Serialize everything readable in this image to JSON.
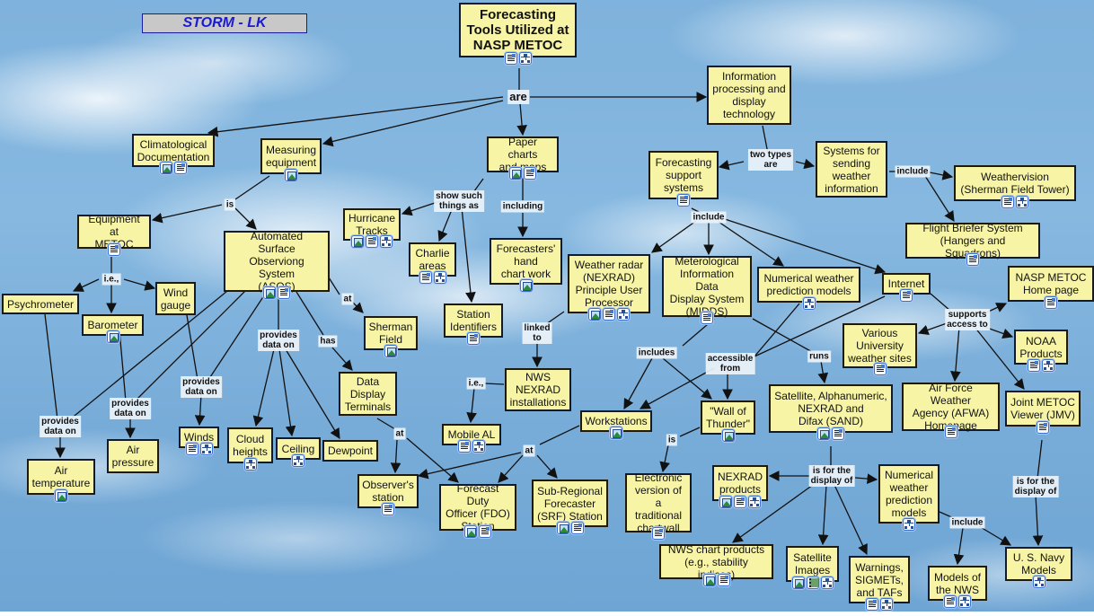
{
  "title_badge": "STORM - LK",
  "colors": {
    "node_fill": "#f7f5a5",
    "node_border": "#1a1a1a",
    "badge_text": "#1a1ad0",
    "badge_fill": "#c8c8c8",
    "sky": "#7fb2dc"
  },
  "nodes": [
    {
      "id": "root",
      "label": "Forecasting\nTools Utilized at\nNASP METOC",
      "icons": [
        "doc-icon",
        "concept-map-icon"
      ]
    },
    {
      "id": "climatological",
      "label": "Climatological\nDocumentation",
      "icons": [
        "image-icon",
        "doc-icon"
      ]
    },
    {
      "id": "measuring",
      "label": "Measuring\nequipment",
      "icons": [
        "image-icon"
      ]
    },
    {
      "id": "paper",
      "label": "Paper charts\nand maps",
      "icons": [
        "image-icon",
        "doc-icon"
      ]
    },
    {
      "id": "infoproc",
      "label": "Information\nprocessing and\ndisplay\ntechnology",
      "icons": []
    },
    {
      "id": "fss",
      "label": "Forecasting\nsupport\nsystems",
      "icons": [
        "doc-icon"
      ]
    },
    {
      "id": "sending",
      "label": "Systems for\nsending\nweather\ninformation",
      "icons": []
    },
    {
      "id": "weathervision",
      "label": "Weathervision\n(Sherman Field Tower)",
      "icons": [
        "doc-icon",
        "concept-map-icon"
      ]
    },
    {
      "id": "flightbriefer",
      "label": "Flight Briefer System\n(Hangers and Squadrons)",
      "icons": [
        "doc-icon"
      ]
    },
    {
      "id": "equipment",
      "label": "Equipment at\nMETOC",
      "icons": [
        "doc-icon"
      ]
    },
    {
      "id": "asos",
      "label": "Automated\nSurface Observiong\nSystem\n(ASOS)",
      "icons": [
        "image-icon",
        "doc-icon"
      ]
    },
    {
      "id": "hurricane",
      "label": "Hurricane\nTracks",
      "icons": [
        "image-icon",
        "doc-icon",
        "concept-map-icon"
      ]
    },
    {
      "id": "charlie",
      "label": "Charlie\nareas",
      "icons": [
        "doc-icon",
        "concept-map-icon"
      ]
    },
    {
      "id": "handchart",
      "label": "Forecasters'\nhand\nchart work",
      "icons": [
        "image-icon"
      ]
    },
    {
      "id": "nexrad",
      "label": "Weather radar\n(NEXRAD)\nPrinciple User\nProcessor",
      "icons": [
        "image-icon",
        "doc-icon",
        "concept-map-icon"
      ]
    },
    {
      "id": "midds",
      "label": "Meterological\nInformation Data\nDisplay System\n(MIDDS)",
      "icons": [
        "doc-icon"
      ]
    },
    {
      "id": "nwpm1",
      "label": "Numerical  weather\nprediction models",
      "icons": [
        "concept-map-icon"
      ]
    },
    {
      "id": "internet",
      "label": "Internet",
      "icons": [
        "doc-icon"
      ]
    },
    {
      "id": "naspmetoc",
      "label": "NASP METOC\nHome page",
      "icons": [
        "doc-icon"
      ]
    },
    {
      "id": "psychrometer",
      "label": "Psychrometer",
      "icons": []
    },
    {
      "id": "barometer",
      "label": "Barometer",
      "icons": [
        "image-icon"
      ]
    },
    {
      "id": "windgauge",
      "label": "Wind\ngauge",
      "icons": []
    },
    {
      "id": "sherman",
      "label": "Sherman\nField",
      "icons": [
        "image-icon"
      ]
    },
    {
      "id": "station",
      "label": "Station\nIdentifiers",
      "icons": [
        "doc-icon"
      ]
    },
    {
      "id": "university",
      "label": "Various\nUniversity\nweather sites",
      "icons": [
        "doc-icon"
      ]
    },
    {
      "id": "noaa",
      "label": "NOAA\nProducts",
      "icons": [
        "doc-icon",
        "concept-map-icon"
      ]
    },
    {
      "id": "ddt",
      "label": "Data\nDisplay\nTerminals",
      "icons": []
    },
    {
      "id": "nwsnexrad",
      "label": "NWS\nNEXRAD\ninstallations",
      "icons": []
    },
    {
      "id": "sand",
      "label": "Satellite, Alphanumeric,\nNEXRAD and\nDifax (SAND)",
      "icons": [
        "image-icon",
        "doc-icon"
      ]
    },
    {
      "id": "afwa",
      "label": "Air Force Weather\nAgency (AFWA)\nHomepage",
      "icons": [
        "doc-icon"
      ]
    },
    {
      "id": "jmv",
      "label": "Joint METOC\nViewer (JMV)",
      "icons": [
        "doc-icon"
      ]
    },
    {
      "id": "workstations",
      "label": "Workstations",
      "icons": [
        "image-icon"
      ]
    },
    {
      "id": "wallthunder",
      "label": "\"Wall of\nThunder\"",
      "icons": [
        "image-icon"
      ]
    },
    {
      "id": "mobile",
      "label": "Mobile AL",
      "icons": [
        "doc-icon",
        "concept-map-icon"
      ]
    },
    {
      "id": "winds",
      "label": "Winds",
      "icons": [
        "doc-icon",
        "concept-map-icon"
      ]
    },
    {
      "id": "cloud",
      "label": "Cloud\nheights",
      "icons": [
        "concept-map-icon"
      ]
    },
    {
      "id": "ceiling",
      "label": "Ceiling",
      "icons": [
        "concept-map-icon"
      ]
    },
    {
      "id": "dewpoint",
      "label": "Dewpoint",
      "icons": []
    },
    {
      "id": "airpressure",
      "label": "Air\npressure",
      "icons": []
    },
    {
      "id": "airtemp",
      "label": "Air\ntemperature",
      "icons": [
        "image-icon"
      ]
    },
    {
      "id": "observer",
      "label": "Observer's\nstation",
      "icons": [
        "doc-icon"
      ]
    },
    {
      "id": "fdo",
      "label": "Forecast Duty\nOfficer (FDO)\nStation",
      "icons": [
        "image-icon",
        "doc-icon"
      ]
    },
    {
      "id": "srf",
      "label": "Sub-Regional\nForecaster\n(SRF) Station",
      "icons": [
        "image-icon",
        "doc-icon"
      ]
    },
    {
      "id": "electronic",
      "label": "Electronic\nversion of\na traditional\nchartwall",
      "icons": [
        "doc-icon"
      ]
    },
    {
      "id": "nexradprod",
      "label": "NEXRAD\nproducts",
      "icons": [
        "image-icon",
        "doc-icon",
        "concept-map-icon"
      ]
    },
    {
      "id": "nwpm2",
      "label": "Numerical\nweather\nprediction\nmodels",
      "icons": [
        "concept-map-icon"
      ]
    },
    {
      "id": "nwschart",
      "label": "NWS chart products\n(e.g., stability indices)",
      "icons": [
        "image-icon",
        "doc-icon"
      ]
    },
    {
      "id": "satimages",
      "label": "Satellite\nImages",
      "icons": [
        "image-icon",
        "video-icon",
        "concept-map-icon"
      ]
    },
    {
      "id": "warnings",
      "label": "Warnings,\nSIGMETs,\nand TAFs",
      "icons": [
        "doc-icon",
        "concept-map-icon"
      ]
    },
    {
      "id": "modelsnws",
      "label": "Models of\nthe NWS",
      "icons": [
        "doc-icon",
        "concept-map-icon"
      ]
    },
    {
      "id": "navymodels",
      "label": "U. S. Navy\nModels",
      "icons": [
        "concept-map-icon"
      ]
    }
  ],
  "linking_phrases": [
    {
      "id": "are",
      "label": "are"
    },
    {
      "id": "twotypes",
      "label": "two types\nare"
    },
    {
      "id": "include_send",
      "label": "include"
    },
    {
      "id": "is_meas",
      "label": "is"
    },
    {
      "id": "showsuch",
      "label": "show such\nthings as"
    },
    {
      "id": "including",
      "label": "including"
    },
    {
      "id": "include_fss",
      "label": "include"
    },
    {
      "id": "ie_equip",
      "label": "i.e.,"
    },
    {
      "id": "at_asos",
      "label": "at"
    },
    {
      "id": "has",
      "label": "has"
    },
    {
      "id": "provides_asos",
      "label": "provides\ndata on"
    },
    {
      "id": "provides_wind",
      "label": "provides\ndata on"
    },
    {
      "id": "provides_baro",
      "label": "provides\ndata on"
    },
    {
      "id": "provides_psy",
      "label": "provides\ndata on"
    },
    {
      "id": "linked",
      "label": "linked\nto"
    },
    {
      "id": "ie_nws",
      "label": "i.e.,"
    },
    {
      "id": "includes_midds",
      "label": "includes"
    },
    {
      "id": "accessible",
      "label": "accessible\nfrom"
    },
    {
      "id": "runs",
      "label": "runs"
    },
    {
      "id": "supports",
      "label": "supports\naccess to"
    },
    {
      "id": "at_ddt",
      "label": "at"
    },
    {
      "id": "at_ws",
      "label": "at"
    },
    {
      "id": "is_wall",
      "label": "is"
    },
    {
      "id": "isfor_sand",
      "label": "is for the\ndisplay of"
    },
    {
      "id": "isfor_jmv",
      "label": "is for the\ndisplay of"
    },
    {
      "id": "include_nwpm",
      "label": "include"
    }
  ]
}
